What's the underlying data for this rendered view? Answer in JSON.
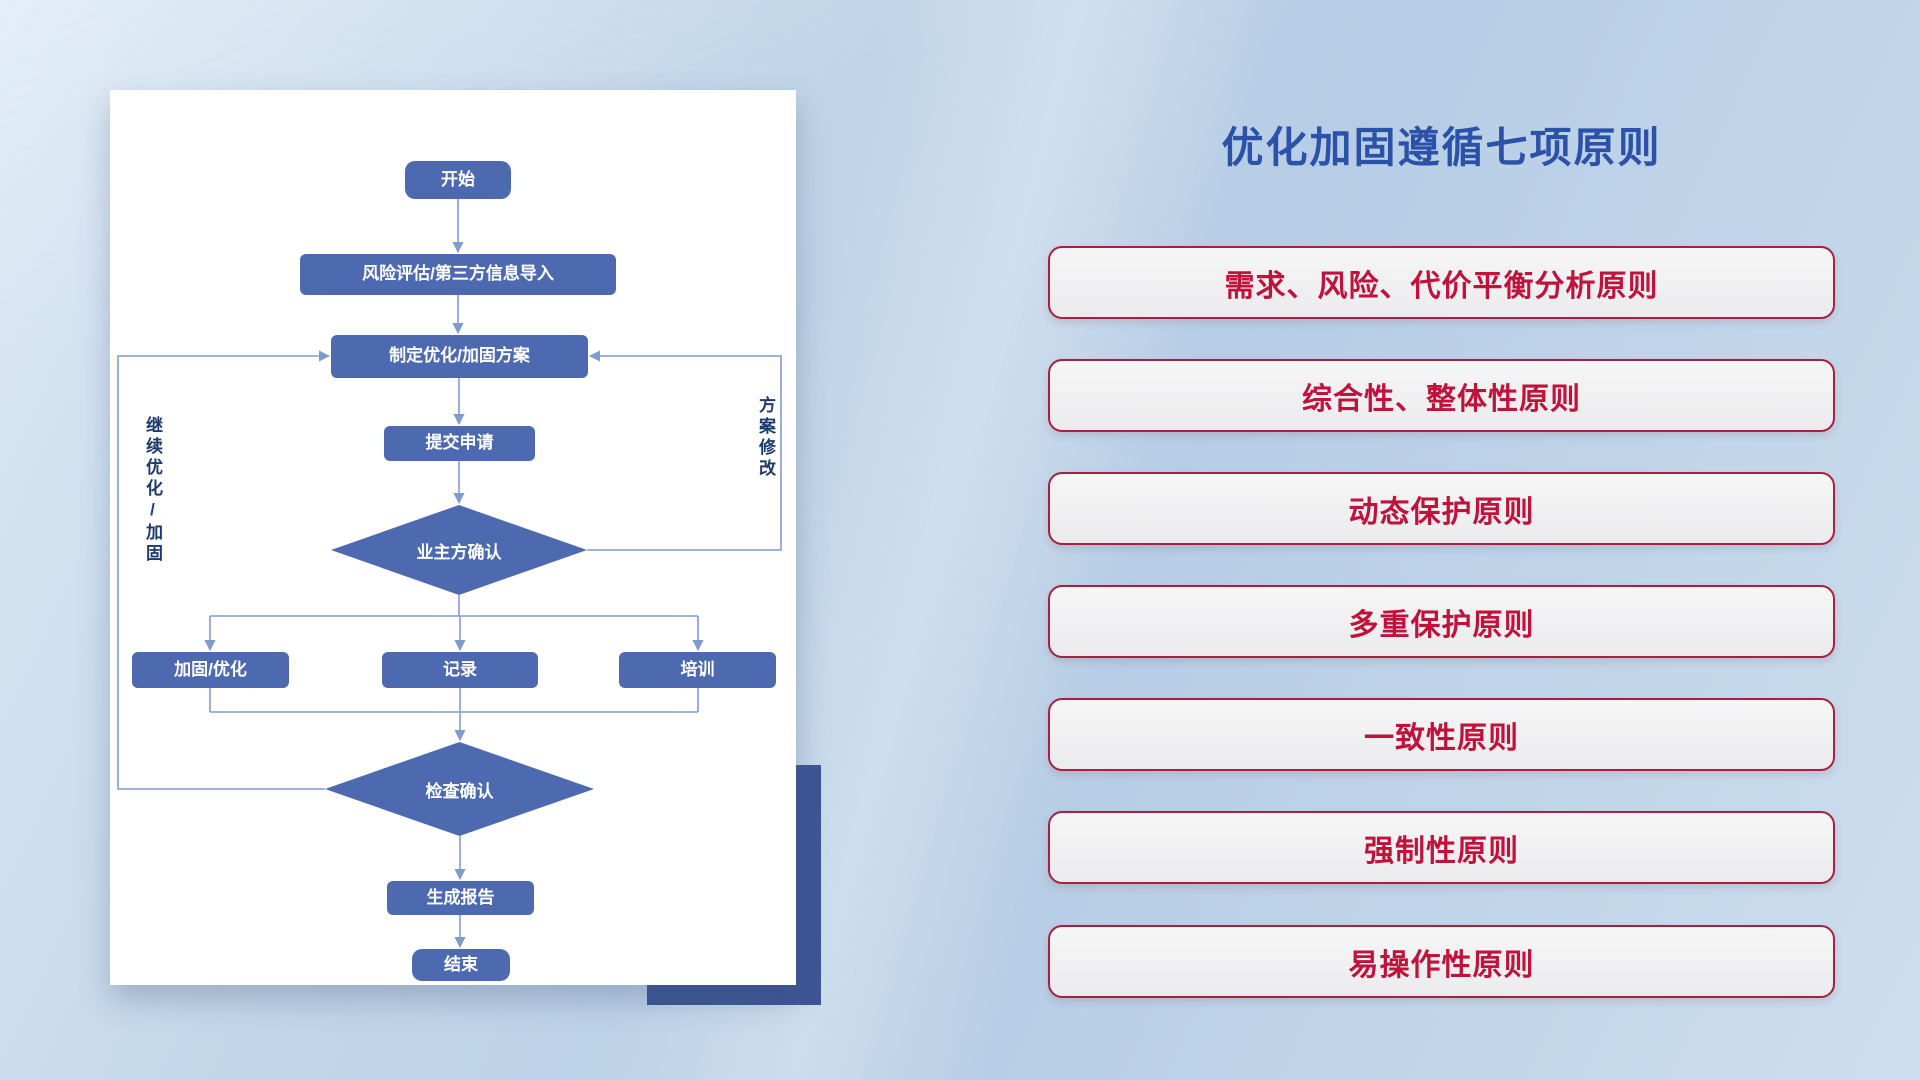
{
  "title": "优化加固遵循七项原则",
  "flowchart": {
    "nodes": {
      "start": "开始",
      "risk": "风险评估/第三方信息导入",
      "plan": "制定优化/加固方案",
      "submit": "提交申请",
      "owner": "业主方确认",
      "reinforce": "加固/优化",
      "record": "记录",
      "training": "培训",
      "check": "检查确认",
      "report": "生成报告",
      "end": "结束",
      "loop_left": "继续优化/加固",
      "loop_right": "方案修改"
    }
  },
  "principles": [
    "需求、风险、代价平衡分析原则",
    "综合性、整体性原则",
    "动态保护原则",
    "多重保护原则",
    "一致性原则",
    "强制性原则",
    "易操作性原则"
  ],
  "colors": {
    "node_fill": "#4d6ab0",
    "connector_line": "#7f9cd0",
    "title_blue": "#2b51a8",
    "principle_text_red": "#c0123a",
    "principle_border_red": "#a82040",
    "accent_rect_navy": "#3e5695",
    "background_blue": "#c3d7ea"
  }
}
